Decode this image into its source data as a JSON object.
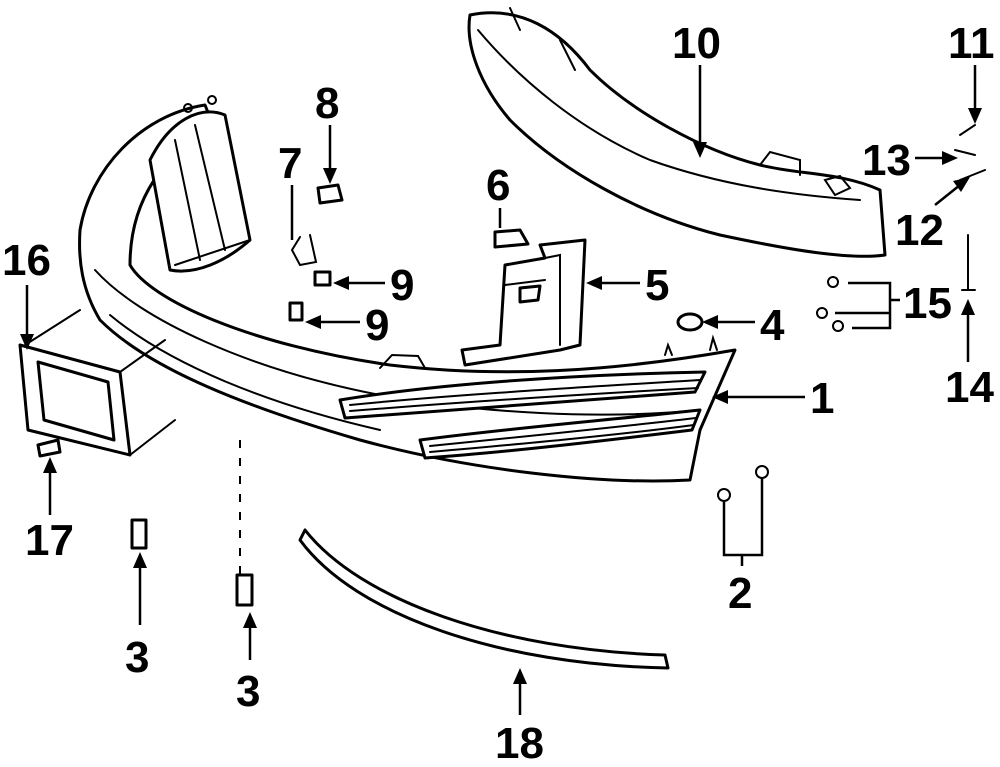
{
  "diagram": {
    "callouts": [
      {
        "id": "c1",
        "text": "1"
      },
      {
        "id": "c2",
        "text": "2"
      },
      {
        "id": "c3a",
        "text": "3"
      },
      {
        "id": "c3b",
        "text": "3"
      },
      {
        "id": "c4",
        "text": "4"
      },
      {
        "id": "c5",
        "text": "5"
      },
      {
        "id": "c6",
        "text": "6"
      },
      {
        "id": "c7",
        "text": "7"
      },
      {
        "id": "c8",
        "text": "8"
      },
      {
        "id": "c9a",
        "text": "9"
      },
      {
        "id": "c9b",
        "text": "9"
      },
      {
        "id": "c10",
        "text": "10"
      },
      {
        "id": "c11",
        "text": "11"
      },
      {
        "id": "c12",
        "text": "12"
      },
      {
        "id": "c13",
        "text": "13"
      },
      {
        "id": "c14",
        "text": "14"
      },
      {
        "id": "c15",
        "text": "15"
      },
      {
        "id": "c16",
        "text": "16"
      },
      {
        "id": "c17",
        "text": "17"
      },
      {
        "id": "c18",
        "text": "18"
      }
    ]
  }
}
